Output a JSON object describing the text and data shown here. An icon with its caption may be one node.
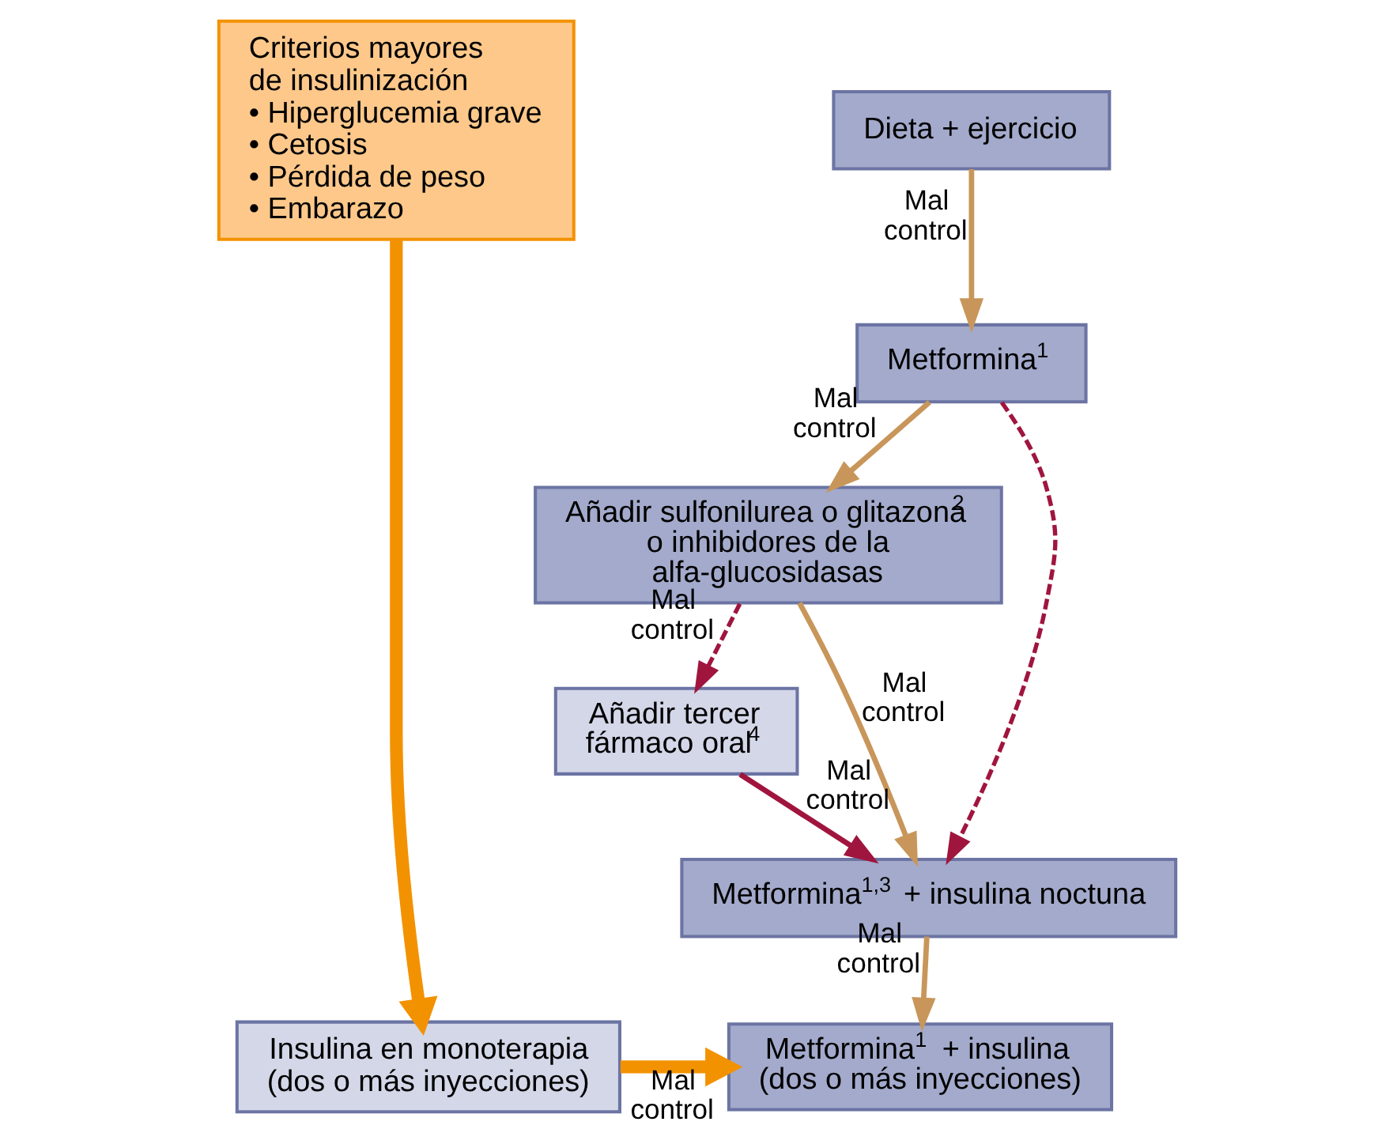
{
  "diagram": {
    "nodes": [
      {
        "text": [
          "Criterios mayores de insulinización",
          "• Hiperglucemia grave",
          "• Cetosis",
          "• Pérdida de peso",
          "• Embarazo"
        ]
      },
      {
        "text": [
          "Dieta + ejercicio"
        ]
      },
      {
        "text": [
          "Metformina$^{1}$"
        ]
      },
      {
        "text": [
          "Añadir sulfonilurea o glitazona$^{2}$ o inhibidores de la alfa-glucosidasas"
        ]
      },
      {
        "text": [
          "Añadir tercer fármaco oral$^{4}$"
        ]
      },
      {
        "text": [
          "Metformina$^{1,3}$ + insulina noctuna"
        ]
      },
      {
        "text": [
          "Insulina en monoterapia (dos o más inyecciones)"
        ]
      },
      {
        "text": [
          "Metformina$^{1}$ + insulina (dos o más inyecciones)"
        ]
      }
    ],
    "edges": [
      {
        "from": 1,
        "to": 2,
        "arrow": "to",
        "label": "Mal control"
      },
      {
        "from": 2,
        "to": 5,
        "arrow": "to",
        "style": "dashed",
        "color": "#a0153e"
      },
      {
        "from": 2,
        "to": 3,
        "arrow": "to",
        "label": "Mal control"
      },
      {
        "from": 3,
        "to": 4,
        "arrow": "to",
        "label": "Mal control",
        "style": "dashed",
        "color": "#a0153e"
      },
      {
        "from": 3,
        "to": 5,
        "arrow": "to",
        "label": "Mal control"
      },
      {
        "from": 4,
        "to": 5,
        "arrow": "to",
        "label": "Mal control",
        "color": "#a0153e"
      },
      {
        "from": 5,
        "to": 7,
        "arrow": "to",
        "label": "Mal control"
      },
      {
        "from": 0,
        "to": 6,
        "arrow": "to",
        "style": "thick",
        "color": "#f39200"
      },
      {
        "from": 6,
        "to": 7,
        "arrow": "to",
        "label": "Mal control",
        "style": "thick",
        "color": "#f39200"
      }
    ]
  }
}
